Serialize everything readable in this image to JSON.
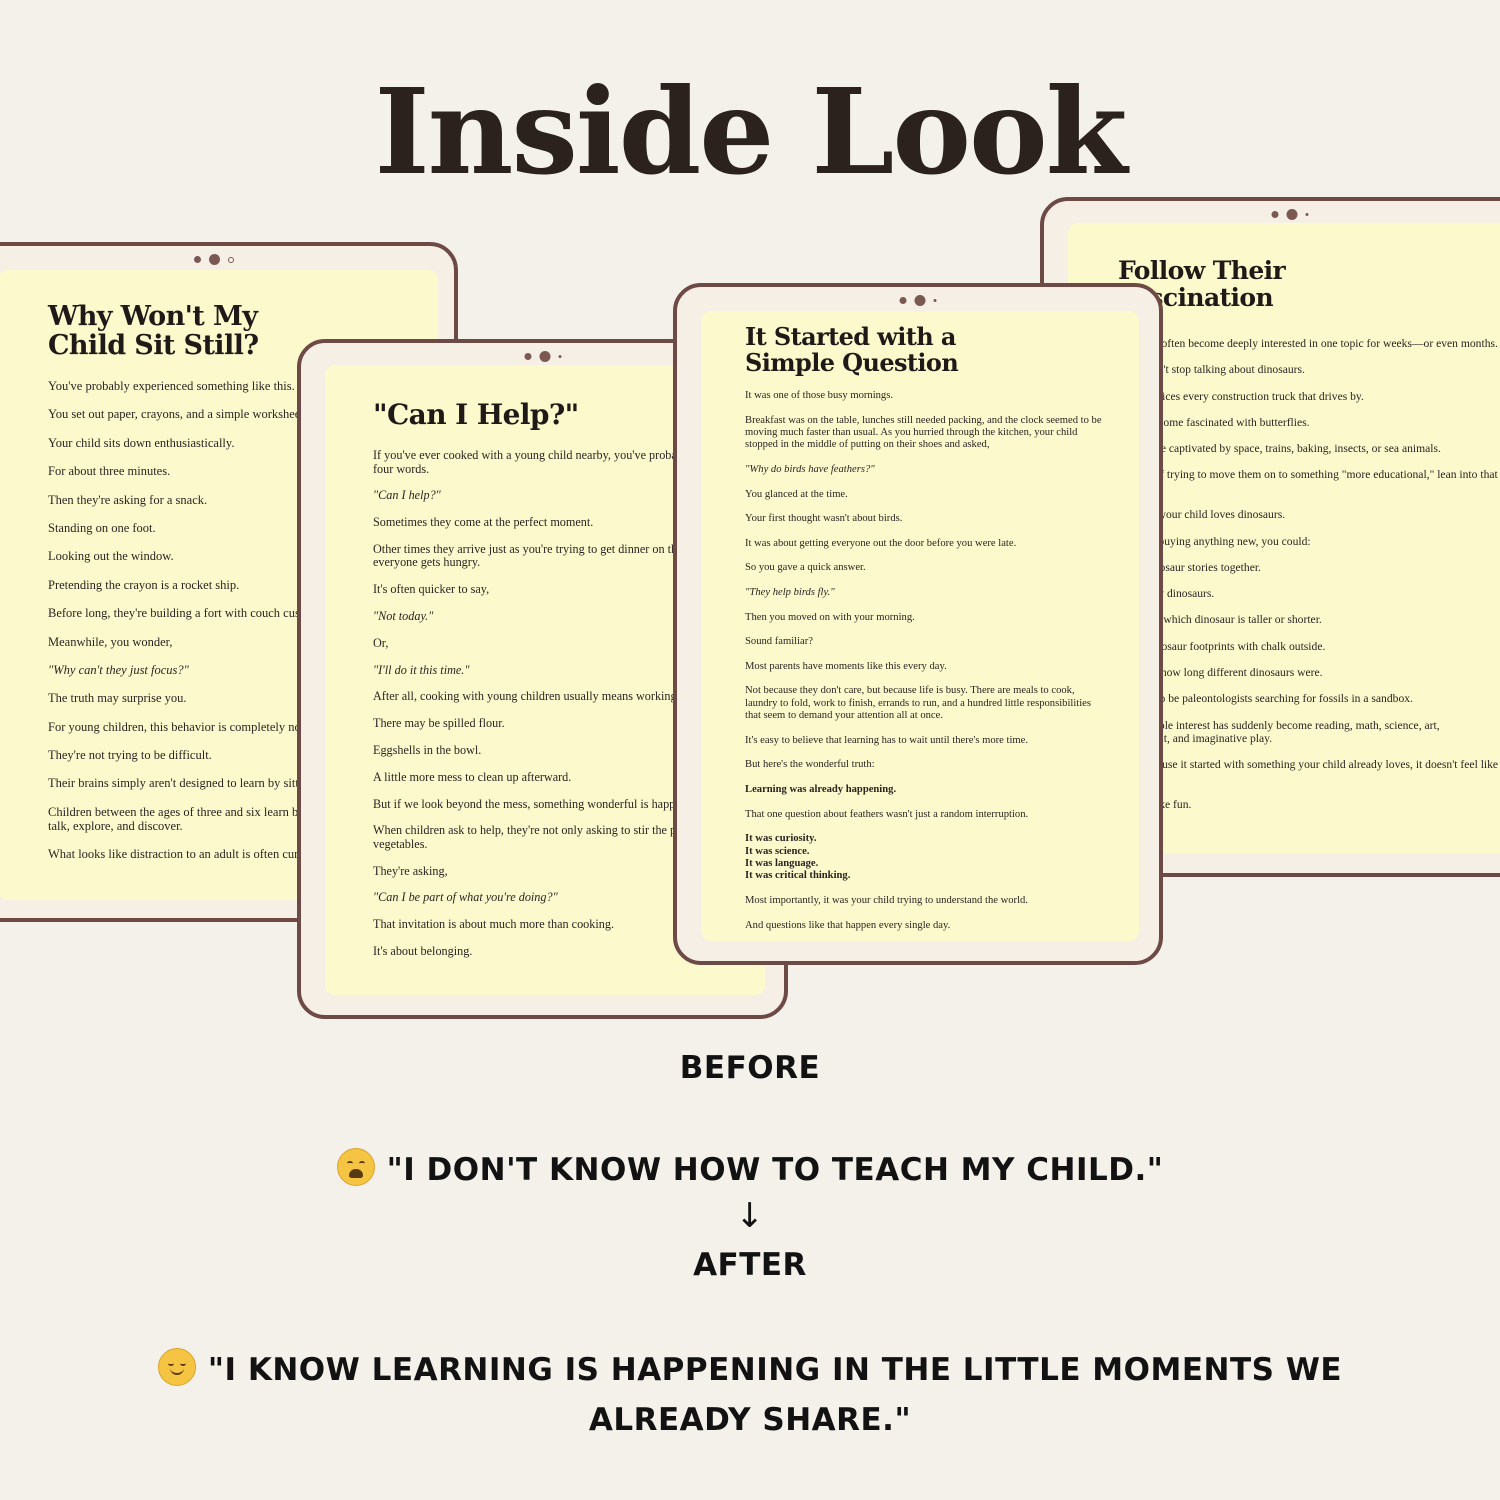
{
  "headline": "Inside Look",
  "pages": {
    "p1": {
      "title": "Why Won't My\nChild Sit Still?",
      "paras": [
        {
          "t": "You've probably experienced something like this."
        },
        {
          "t": "You set out paper, crayons, and a simple worksheet."
        },
        {
          "t": "Your child sits down enthusiastically."
        },
        {
          "t": "For about three minutes."
        },
        {
          "t": "Then they're asking for a snack."
        },
        {
          "t": "Standing on one foot."
        },
        {
          "t": "Looking out the window."
        },
        {
          "t": "Pretending the crayon is a rocket ship."
        },
        {
          "t": "Before long, they're building a fort with couch cushions."
        },
        {
          "t": "Meanwhile, you wonder,"
        },
        {
          "t": "\"Why can't they just focus?\""
        },
        {
          "t": "The truth may surprise you."
        },
        {
          "t": "For young children, this behavior is completely normal."
        },
        {
          "t": "They're not trying to be difficult."
        },
        {
          "t": "Their brains simply aren't designed to learn by sitting still."
        },
        {
          "t": "Children between the ages of three and six learn best when they can move,\ntalk, explore, and discover."
        },
        {
          "t": "What looks like distraction to an adult is often curiosity."
        }
      ]
    },
    "p2": {
      "title": "\"Can I Help?\"",
      "paras": [
        {
          "t": "If you've ever cooked with a young child nearby, you've probably heard these\nfour words."
        },
        {
          "t": "\"Can I help?\""
        },
        {
          "t": "Sometimes they come at the perfect moment."
        },
        {
          "t": "Other times they arrive just as you're trying to get dinner on the table before\neveryone gets hungry."
        },
        {
          "t": "It's often quicker to say,"
        },
        {
          "t": "\"Not today.\""
        },
        {
          "t": "Or,"
        },
        {
          "t": "\"I'll do it this time.\""
        },
        {
          "t": "After all, cooking with young children usually means working more slowly."
        },
        {
          "t": "There may be spilled flour."
        },
        {
          "t": "Eggshells in the bowl."
        },
        {
          "t": "A little more mess to clean up afterward."
        },
        {
          "t": "But if we look beyond the mess, something wonderful is happening."
        },
        {
          "t": "When children ask to help, they're not only asking to stir the pot or wash the\nvegetables."
        },
        {
          "t": "They're asking,"
        },
        {
          "t": "\"Can I be part of what you're doing?\""
        },
        {
          "t": "That invitation is about much more than cooking."
        },
        {
          "t": "It's about belonging."
        }
      ]
    },
    "p3": {
      "title": "It Started with a\nSimple Question",
      "paras": [
        {
          "t": "It was one of those busy mornings."
        },
        {
          "t": "Breakfast was on the table, lunches still needed packing, and the clock seemed to be moving much faster than usual. As you hurried through the kitchen, your child stopped in the middle of putting on their shoes and asked,"
        },
        {
          "t": "\"Why do birds have feathers?\""
        },
        {
          "t": "You glanced at the time."
        },
        {
          "t": "Your first thought wasn't about birds."
        },
        {
          "t": "It was about getting everyone out the door before you were late."
        },
        {
          "t": "So you gave a quick answer."
        },
        {
          "t": "\"They help birds fly.\""
        },
        {
          "t": "Then you moved on with your morning."
        },
        {
          "t": "Sound familiar?"
        },
        {
          "t": "Most parents have moments like this every day."
        },
        {
          "t": "Not because they don't care, but because life is busy. There are meals to cook, laundry to fold, work to finish, errands to run, and a hundred little responsibilities that seem to demand your attention all at once."
        },
        {
          "t": "It's easy to believe that learning has to wait until there's more time."
        },
        {
          "t": "But here's the wonderful truth:"
        },
        {
          "t": "Learning was already happening."
        },
        {
          "t": "That one question about feathers wasn't just a random interruption."
        },
        {
          "t": "It was curiosity.\nIt was science.\nIt was language.\nIt was critical thinking."
        },
        {
          "t": "Most importantly, it was your child trying to understand the world."
        },
        {
          "t": "And questions like that happen every single day."
        }
      ]
    },
    "p4": {
      "title": "Follow Their\nFascination",
      "paras": [
        {
          "t": "Children often become deeply interested in one topic for weeks—or even months."
        },
        {
          "t": "Some can't stop talking about dinosaurs."
        },
        {
          "t": "Some notices every construction truck that drives by."
        },
        {
          "t": "Some become fascinated with butterflies."
        },
        {
          "t": "Others are captivated by space, trains, baking, insects, or sea animals."
        },
        {
          "t": "Instead of trying to move them on to something \"more educational,\" lean into that\ninterest."
        },
        {
          "t": "Suppose your child loves dinosaurs."
        },
        {
          "t": "Without buying anything new, you could:"
        },
        {
          "t": "Read dinosaur stories together."
        },
        {
          "t": "Count toy dinosaurs."
        },
        {
          "t": "Compare which dinosaur is taller or shorter."
        },
        {
          "t": "Draw dinosaur footprints with chalk outside."
        },
        {
          "t": "Measure how long different dinosaurs were."
        },
        {
          "t": "Pretend to be paleontologists searching for fossils in a sandbox."
        },
        {
          "t": "That simple interest has suddenly become reading, math, science, art,\nmovement, and imaginative play."
        },
        {
          "t": "And because it started with something your child already loves, it doesn't feel like\na lesson."
        },
        {
          "t": "It feels like fun."
        }
      ]
    }
  },
  "captions": {
    "before_label": "BEFORE",
    "before_quote": "\"I DON'T KNOW HOW TO TEACH MY CHILD.\"",
    "arrow": "↓",
    "after_label": "AFTER",
    "after_quote": "\"I KNOW LEARNING IS HAPPENING IN THE LITTLE MOMENTS WE\nALREADY SHARE.\""
  },
  "icons": {
    "before_emoji": "weary-face-icon",
    "after_emoji": "smiling-face-icon"
  },
  "colors": {
    "background": "#f4f1eb",
    "tablet_frame": "#6e4a46",
    "screen": "#fcfacd",
    "text": "#2a211d"
  }
}
